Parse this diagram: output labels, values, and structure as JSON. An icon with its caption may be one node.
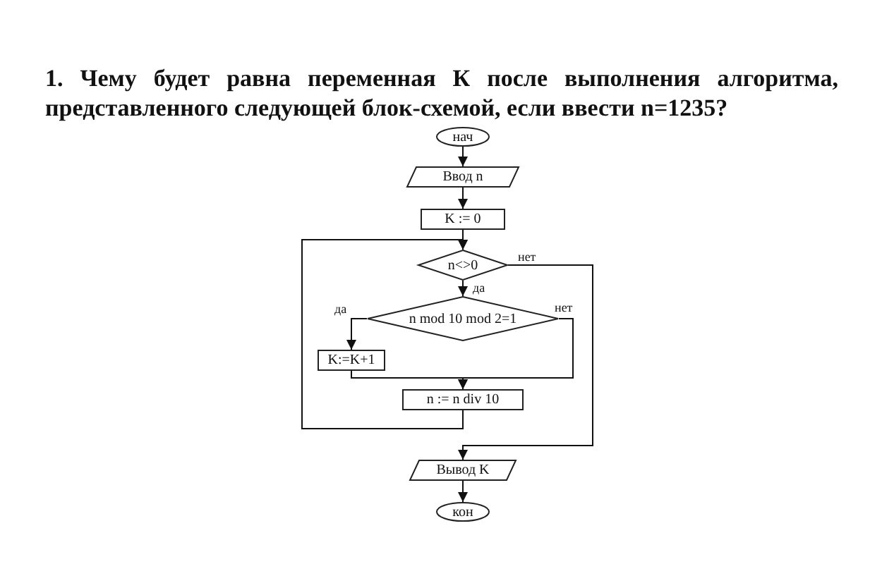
{
  "diagram": {
    "title": "1. Чему будет равна переменная К после выполнения алгоритма, представленного следующей блок-схемой, если ввести n=1235?",
    "nodes": [
      {
        "text": [
          "нач"
        ]
      },
      {
        "text": [
          "Ввод n"
        ]
      },
      {
        "text": [
          "K := 0"
        ]
      },
      {
        "text": [
          "n<>0"
        ]
      },
      {
        "text": [
          "n mod 10 mod 2=1"
        ]
      },
      {
        "text": [
          "K:=K+1"
        ]
      },
      {
        "text": [
          "n := n div 10"
        ]
      },
      {
        "text": [
          "Вывод K"
        ]
      },
      {
        "text": [
          "кон"
        ]
      }
    ],
    "edges": [
      {
        "from": 0,
        "to": 1,
        "arrow": "to"
      },
      {
        "from": 1,
        "to": 2,
        "arrow": "to"
      },
      {
        "from": 2,
        "to": 3,
        "arrow": "to"
      },
      {
        "from": 3,
        "to": 4,
        "arrow": "to",
        "label": "да"
      },
      {
        "from": 4,
        "to": 5,
        "arrow": "to",
        "label": "да"
      },
      {
        "from": 4,
        "to": 6,
        "arrow": "to",
        "label": "нет"
      },
      {
        "from": 5,
        "to": 6,
        "arrow": "to"
      },
      {
        "from": 6,
        "to": 3,
        "arrow": "to"
      },
      {
        "from": 3,
        "to": 7,
        "arrow": "to",
        "label": "нет"
      },
      {
        "from": 7,
        "to": 8,
        "arrow": "to"
      }
    ]
  }
}
